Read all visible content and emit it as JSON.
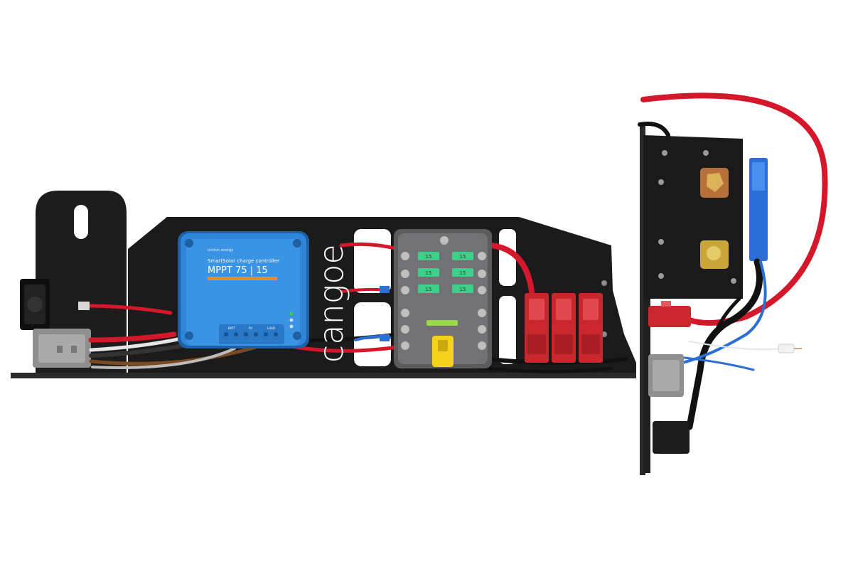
{
  "scene": {
    "background": "#ffffff",
    "plate_color": "#1b1b1c",
    "cable_red": "#d4172a",
    "cable_blue": "#2b6fd6",
    "cable_black": "#111111",
    "cable_white": "#e6e6e6",
    "cable_brown": "#7a4a22"
  },
  "brand": {
    "logo_text": "cangoe"
  },
  "charge_controller": {
    "maker": "victron energy",
    "product_name": "SmartSolar charge controller",
    "model": "MPPT 75 | 15",
    "terminal_labels": [
      "BATT",
      "PV",
      "LOAD"
    ],
    "body_color": "#2f86d8",
    "stripe_color": "#f08a1c"
  },
  "fuse_block": {
    "fuse_rating": "15",
    "fuse_count": 6,
    "fuse_color": "#3fcf8a"
  },
  "relays": {
    "count": 3,
    "color": "#c9262e"
  }
}
